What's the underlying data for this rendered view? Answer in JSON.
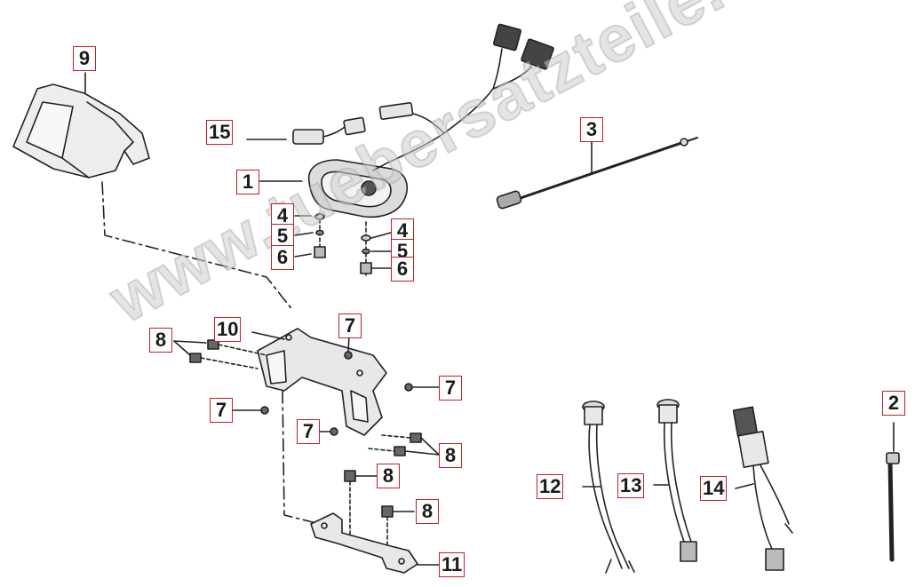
{
  "watermark": "www.tuebersatzteile.de",
  "callouts": [
    {
      "id": "c9",
      "label": "9"
    },
    {
      "id": "c15",
      "label": "15"
    },
    {
      "id": "c1",
      "label": "1"
    },
    {
      "id": "c3",
      "label": "3"
    },
    {
      "id": "c4a",
      "label": "4"
    },
    {
      "id": "c5a",
      "label": "5"
    },
    {
      "id": "c6a",
      "label": "6"
    },
    {
      "id": "c4b",
      "label": "4"
    },
    {
      "id": "c5b",
      "label": "5"
    },
    {
      "id": "c6b",
      "label": "6"
    },
    {
      "id": "c8a",
      "label": "8"
    },
    {
      "id": "c10",
      "label": "10"
    },
    {
      "id": "c7a",
      "label": "7"
    },
    {
      "id": "c7b",
      "label": "7"
    },
    {
      "id": "c7c",
      "label": "7"
    },
    {
      "id": "c7d",
      "label": "7"
    },
    {
      "id": "c8b",
      "label": "8"
    },
    {
      "id": "c8c",
      "label": "8"
    },
    {
      "id": "c8d",
      "label": "8"
    },
    {
      "id": "c11",
      "label": "11"
    },
    {
      "id": "c2",
      "label": "2"
    },
    {
      "id": "c12",
      "label": "12"
    },
    {
      "id": "c13",
      "label": "13"
    },
    {
      "id": "c14",
      "label": "14"
    }
  ]
}
